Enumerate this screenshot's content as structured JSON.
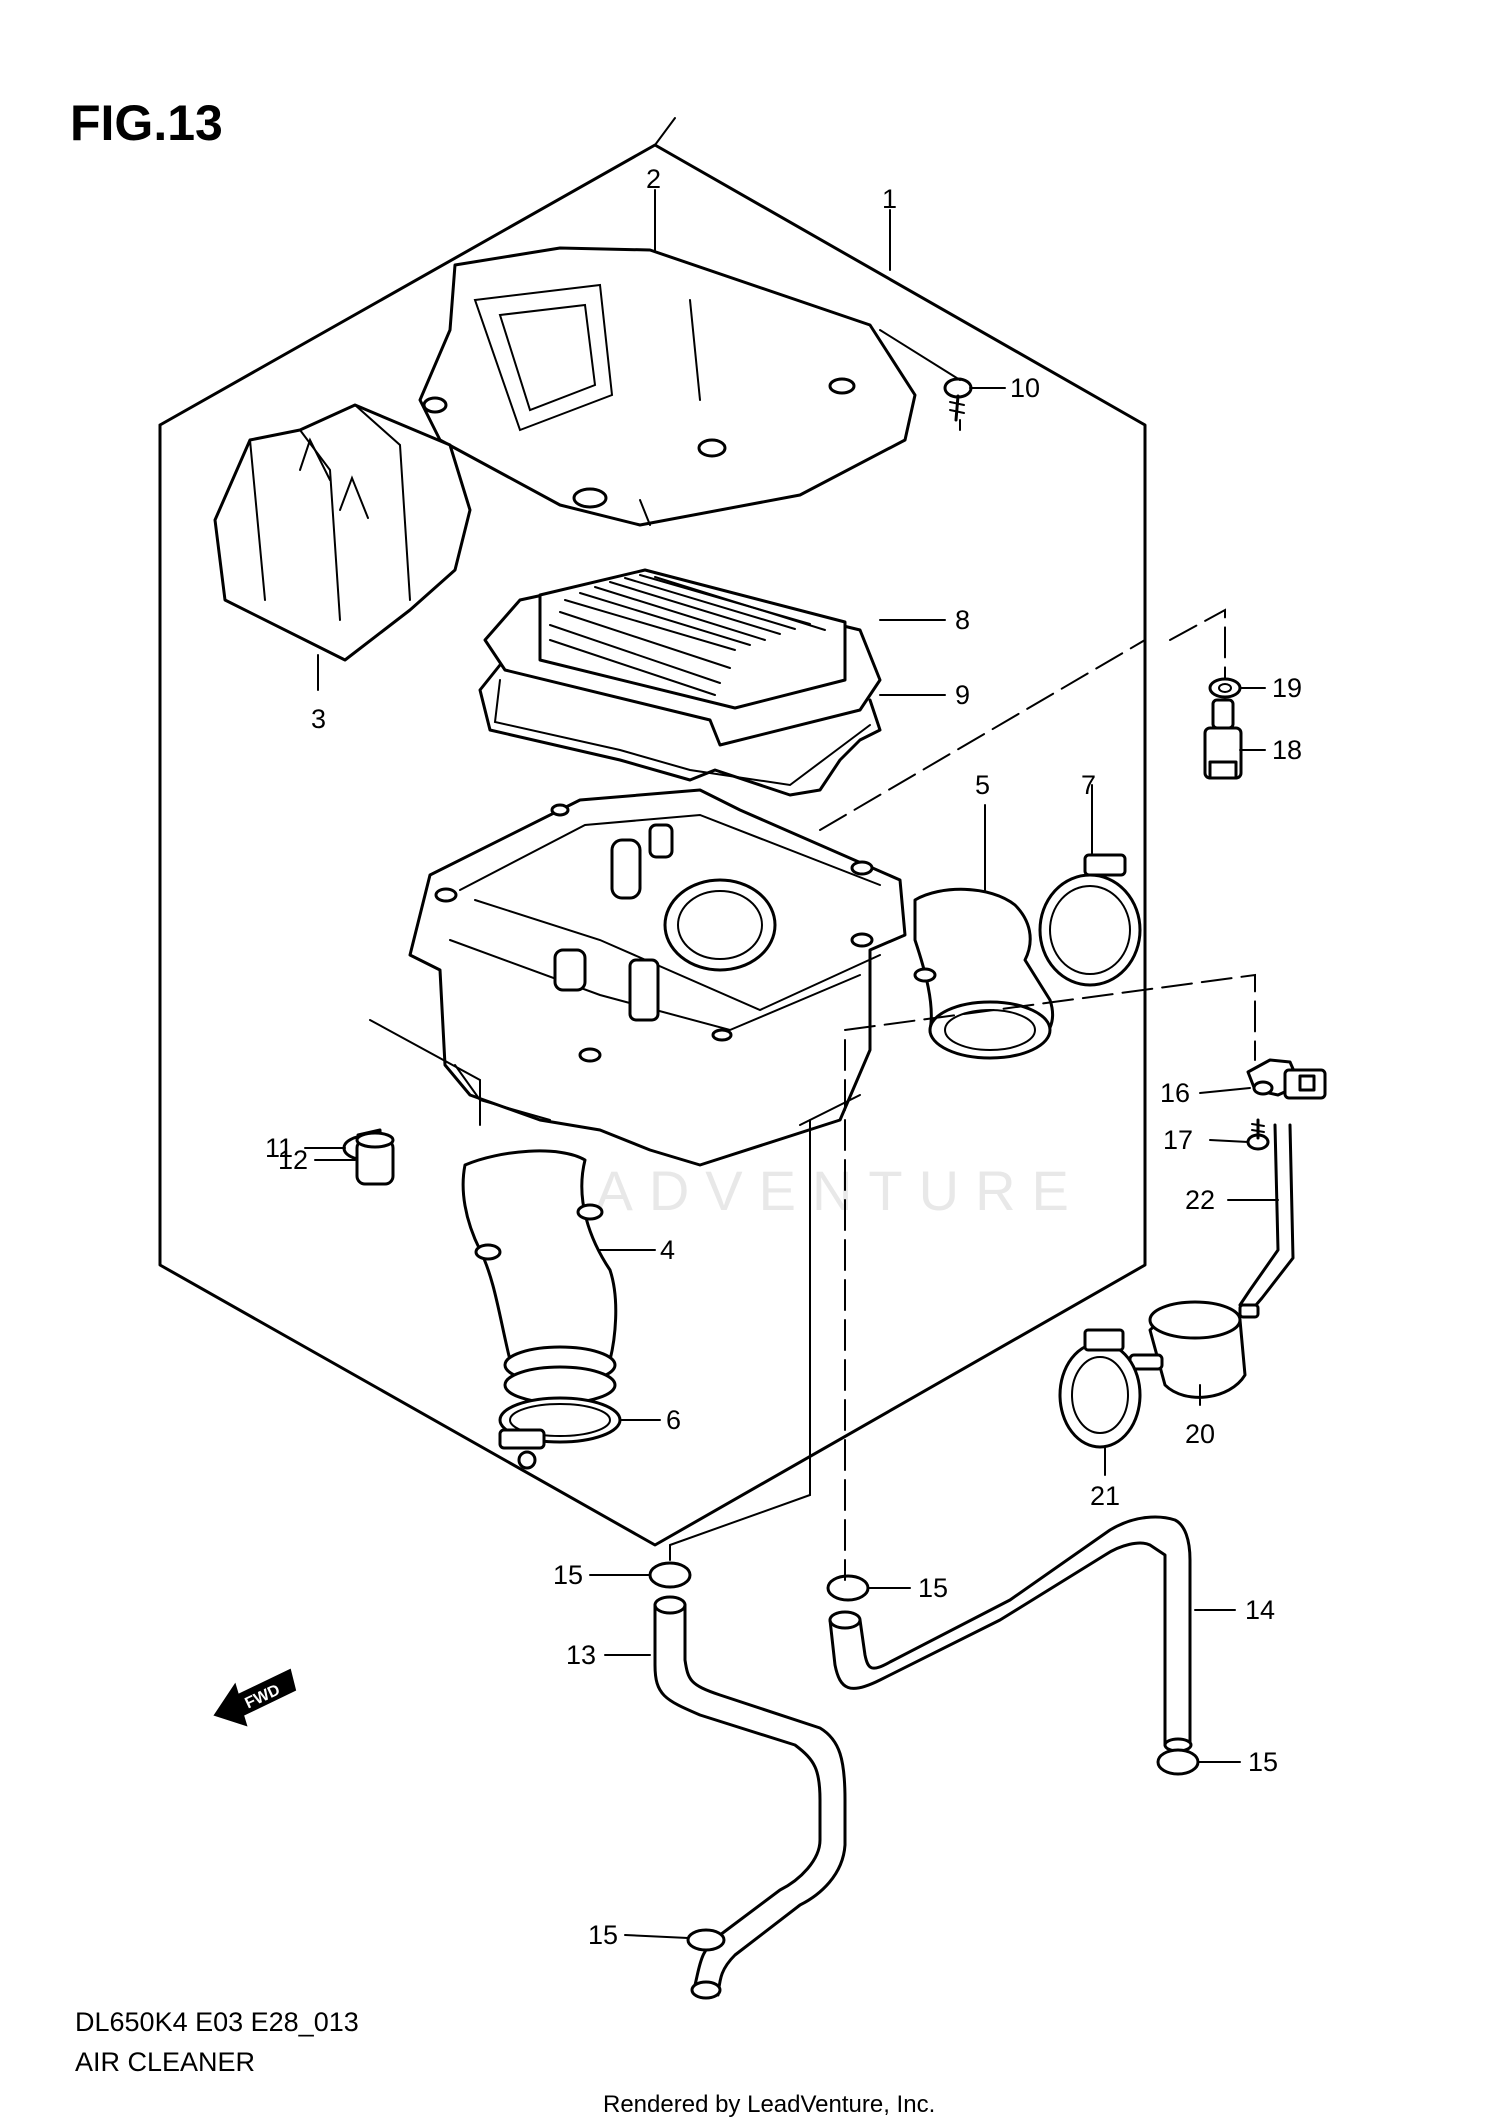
{
  "figure": {
    "title": "FIG.13",
    "model_code": "DL650K4 E03 E28_013",
    "section_name": "AIR CLEANER",
    "rendered_by": "Rendered by LeadVenture, Inc.",
    "watermark": "LEADVENTURE",
    "fwd_label": "FWD"
  },
  "callouts": [
    {
      "label": "1"
    },
    {
      "label": "2"
    },
    {
      "label": "3"
    },
    {
      "label": "4"
    },
    {
      "label": "5"
    },
    {
      "label": "6"
    },
    {
      "label": "7"
    },
    {
      "label": "8"
    },
    {
      "label": "9"
    },
    {
      "label": "10"
    },
    {
      "label": "11"
    },
    {
      "label": "12"
    },
    {
      "label": "13"
    },
    {
      "label": "14"
    },
    {
      "label": "15"
    },
    {
      "label": "15"
    },
    {
      "label": "15"
    },
    {
      "label": "15"
    },
    {
      "label": "16"
    },
    {
      "label": "17"
    },
    {
      "label": "18"
    },
    {
      "label": "19"
    },
    {
      "label": "20"
    },
    {
      "label": "21"
    },
    {
      "label": "22"
    }
  ]
}
